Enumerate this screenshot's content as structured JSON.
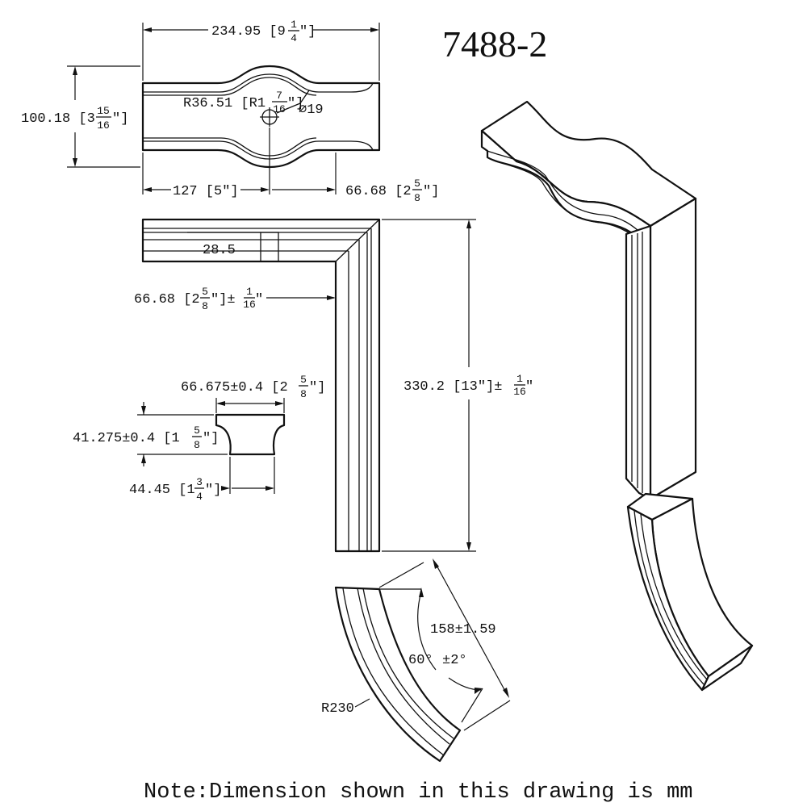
{
  "title": "7488-2",
  "note": "Note:Dimension shown in this drawing is mm",
  "top_view": {
    "overall_length": {
      "mm": "234.95",
      "inch_whole": "9",
      "inch_num": "1",
      "inch_den": "4"
    },
    "overall_height": {
      "mm": "100.18",
      "inch_whole": "3",
      "inch_num": "15",
      "inch_den": "16"
    },
    "radius": {
      "mm": "R36.51",
      "inch_whole": "R1",
      "inch_num": "7",
      "inch_den": "16"
    },
    "hole": "⌀19",
    "left_offset": {
      "mm": "127",
      "inch": "5"
    },
    "right_offset": {
      "mm": "66.68",
      "inch_whole": "2",
      "inch_num": "5",
      "inch_den": "8"
    }
  },
  "front_view": {
    "groove_depth": "28.5",
    "leg_width": {
      "mm": "66.68",
      "inch_whole": "2",
      "inch_num": "5",
      "inch_den": "8",
      "tol_num": "1",
      "tol_den": "16"
    },
    "height": {
      "mm": "330.2",
      "inch": "13",
      "tol_num": "1",
      "tol_den": "16"
    }
  },
  "profile_view": {
    "width": {
      "mm": "66.675",
      "tol": "0.4",
      "inch_whole": "2",
      "inch_num": "5",
      "inch_den": "8"
    },
    "height": {
      "mm": "41.275",
      "tol": "0.4",
      "inch_whole": "1",
      "inch_num": "5",
      "inch_den": "8"
    },
    "base": {
      "mm": "44.45",
      "inch_whole": "1",
      "inch_num": "3",
      "inch_den": "4"
    }
  },
  "arc_view": {
    "chord": {
      "mm": "158",
      "tol": "1.59"
    },
    "angle": {
      "value": "60°",
      "tol": "±2°"
    },
    "radius": "R230"
  }
}
